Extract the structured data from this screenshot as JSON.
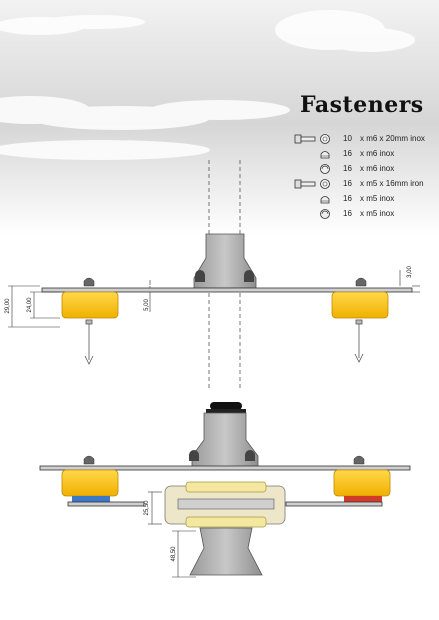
{
  "title": "Fasteners",
  "fasteners": [
    {
      "qty": "10",
      "spec": "x m6 x 20mm  inox",
      "icon": "bolt-and-washer-icon"
    },
    {
      "qty": "16",
      "spec": "x m6 inox",
      "icon": "nut-icon"
    },
    {
      "qty": "16",
      "spec": "x m6 inox",
      "icon": "washer-icon"
    },
    {
      "qty": "16",
      "spec": "x m5 x 16mm iron",
      "icon": "bolt-and-washer-icon"
    },
    {
      "qty": "16",
      "spec": "x m5 inox",
      "icon": "nut-icon"
    },
    {
      "qty": "16",
      "spec": "x m5 inox",
      "icon": "washer-icon"
    }
  ],
  "dimensions": {
    "plate_thickness": "3,00",
    "total_height": "29,00",
    "block_height": "24,00",
    "gap": "5,00",
    "assembled_height": "25,50",
    "hub_height": "48,50"
  },
  "colors": {
    "block": "#f7c21a",
    "block_edge": "#c28a00",
    "hub": "#a9a9a9",
    "collar": "#f4e8a0",
    "pad_blue": "#3a78c8",
    "pad_red": "#d23a2a"
  }
}
